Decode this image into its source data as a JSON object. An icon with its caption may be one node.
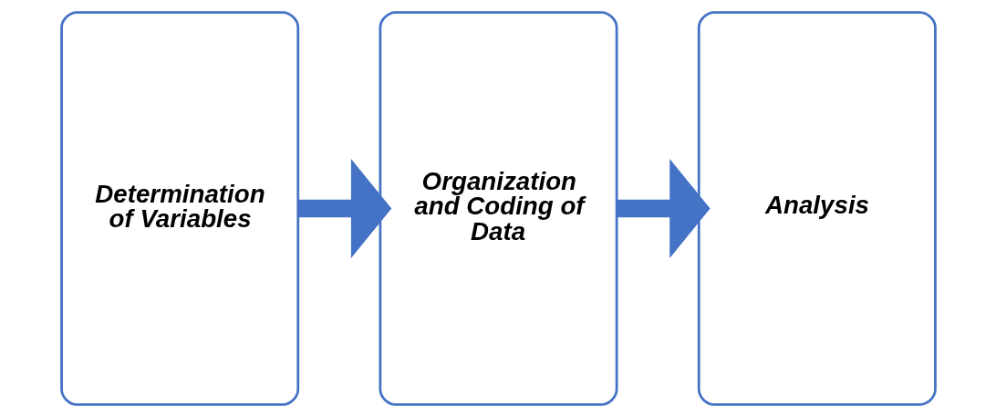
{
  "diagram": {
    "nodes": [
      {
        "text": [
          "Determination of Variables"
        ]
      },
      {
        "text": [
          "Organization and Coding of Data"
        ]
      },
      {
        "text": [
          "Analysis"
        ]
      }
    ],
    "edges": [
      {
        "from": 0,
        "to": 1,
        "arrow": "to"
      },
      {
        "from": 1,
        "to": 2,
        "arrow": "to"
      }
    ]
  }
}
